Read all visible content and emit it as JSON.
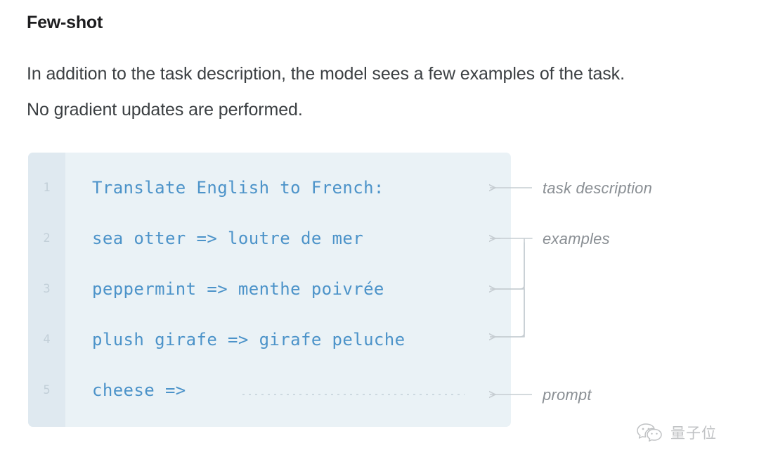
{
  "heading": "Few-shot",
  "description": "In addition to the task description, the model sees a few examples of the task. No gradient updates are performed.",
  "code_block": {
    "lines": [
      {
        "number": "1",
        "text": "Translate English to French:"
      },
      {
        "number": "2",
        "text": "sea otter => loutre de mer"
      },
      {
        "number": "3",
        "text": "peppermint => menthe poivrée"
      },
      {
        "number": "4",
        "text": "plush girafe => girafe peluche"
      },
      {
        "number": "5",
        "text": "cheese =>"
      }
    ],
    "background": "#eaf2f6",
    "gutter_background": "#dfe9f0",
    "code_color": "#4c93c9",
    "line_number_color": "#c2cfd8"
  },
  "annotations": [
    {
      "label": "task description",
      "target_line": "1"
    },
    {
      "label": "examples",
      "target_lines": "2,3,4"
    },
    {
      "label": "prompt",
      "target_line": "5"
    }
  ],
  "watermark": {
    "text": "量子位",
    "icon": "wechat-icon"
  }
}
